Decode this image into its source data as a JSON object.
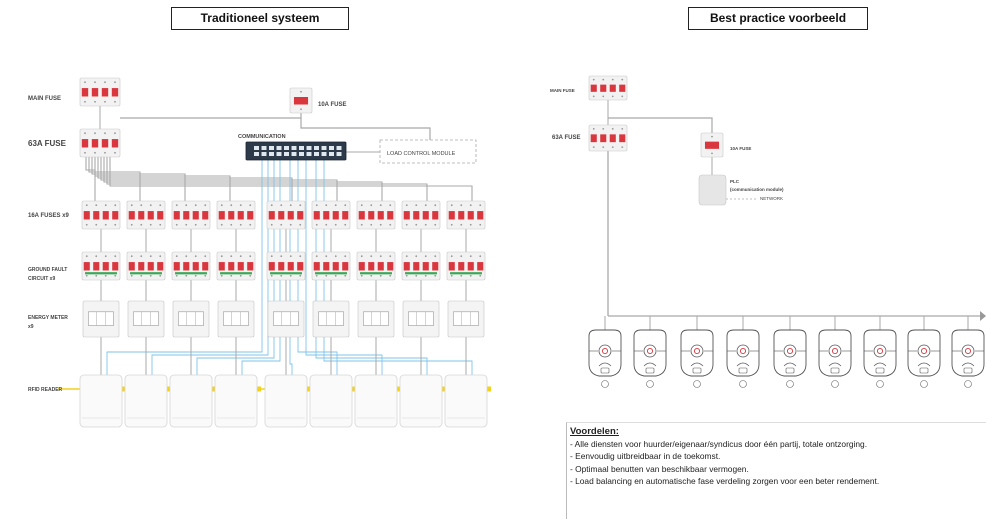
{
  "left": {
    "title": "Traditioneel systeem",
    "labels": {
      "main_fuse": "MAIN FUSE",
      "fuse_63a": "63A FUSE",
      "fuse_10a": "10A FUSE",
      "communication": "COMMUNICATION",
      "load_control": "LOAD CONTROL MODULE",
      "fuses_16a": "16A FUSES x9",
      "ground_fault_1": "GROUND FAULT",
      "ground_fault_2": "CIRCUIT x9",
      "energy_meter_1": "ENERGY METER",
      "energy_meter_2": "x9",
      "rfid": "RFID READER"
    }
  },
  "right": {
    "title": "Best practice voorbeeld",
    "labels": {
      "main_fuse": "MAIN FUSE",
      "fuse_63a": "63A FUSE",
      "fuse_10a": "10A FUSE",
      "plc_1": "PLC",
      "plc_2": "(communication module)",
      "network": "NETWORK"
    }
  },
  "advantages": {
    "title": "Voordelen:",
    "items": [
      "- Alle diensten voor huurder/eigenaar/syndicus door één partij, totale ontzorging.",
      "- Eenvoudig uitbreidbaar in de toekomst.",
      "- Optimaal benutten van beschikbaar vermogen.",
      "- Load balancing en automatische fase verdeling zorgen voor een beter rendement."
    ]
  },
  "colors": {
    "breaker_red": "#d9363e",
    "wire_grey": "#a9a9a9",
    "wire_blue": "#7fc3ea",
    "ground_green": "#3aa857",
    "rfid_yellow": "#f2d21a"
  }
}
